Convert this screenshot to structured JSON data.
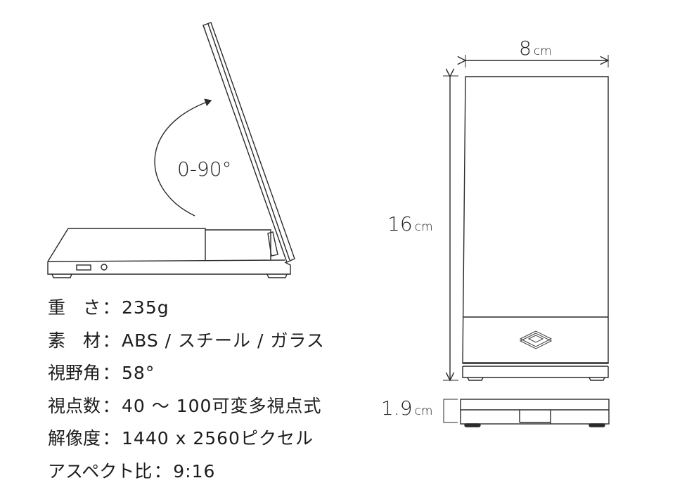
{
  "side_view": {
    "angle_label": "0-90°"
  },
  "front_view": {
    "width_value": "8",
    "width_unit": "cm",
    "height_value": "16",
    "height_unit": "cm",
    "logo_icon": "diamond-cube-logo-icon"
  },
  "base_view": {
    "depth_value": "1.9",
    "depth_unit": "cm"
  },
  "specs": [
    {
      "key": "重　さ",
      "colon": "：",
      "value": "235g"
    },
    {
      "key": "素　材",
      "colon": "：",
      "value": "ABS / スチール / ガラス"
    },
    {
      "key": "視野角",
      "colon": "：",
      "value": "58°"
    },
    {
      "key": "視点数",
      "colon": "：",
      "value": "40 〜 100可変多視点式"
    },
    {
      "key": "解像度",
      "colon": "：",
      "value": "1440 x 2560ピクセル"
    },
    {
      "key": "アスペクト比",
      "colon": "：",
      "value": "9:16"
    }
  ],
  "colors": {
    "line": "#2a2a2a",
    "text": "#1c1c1c",
    "background": "#ffffff"
  }
}
